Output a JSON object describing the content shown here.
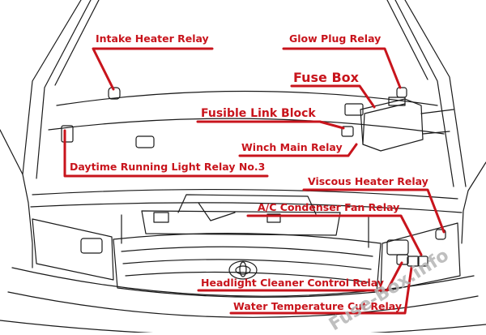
{
  "labels": {
    "intake_heater_relay": "Intake Heater Relay",
    "glow_plug_relay": "Glow Plug Relay",
    "fuse_box": "Fuse Box",
    "fusible_link_block": "Fusible Link Block",
    "winch_main_relay": "Winch Main Relay",
    "daytime_running_light_relay": "Daytime Running Light Relay No.3",
    "viscous_heater_relay": "Viscous Heater Relay",
    "ac_condenser_fan_relay": "A/C Condenser Fan Relay",
    "headlight_cleaner_control_relay": "Headlight Cleaner Control Relay",
    "water_temperature_cut_relay": "Water Temperature Cut Relay"
  },
  "watermark": "Fuse-Box.info",
  "colors": {
    "callout": "#c8141c",
    "drawing": "#1a1a1a",
    "watermark": "#b4b4b4"
  }
}
